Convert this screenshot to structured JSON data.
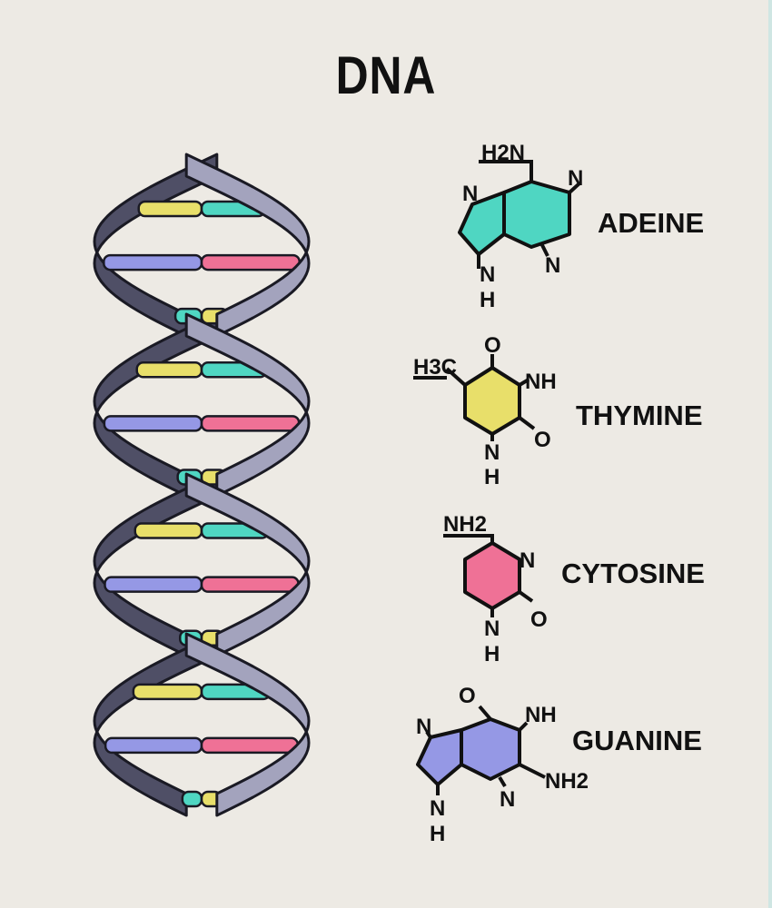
{
  "title": "DNA",
  "colors": {
    "background": "#edeae4",
    "strand_front": "#a3a3bd",
    "strand_back": "#4f4f66",
    "adenine": "#4fd6c2",
    "thymine": "#e8df6a",
    "cytosine": "#ef7196",
    "guanine": "#9598e5",
    "outline": "#1a1a24"
  },
  "bases": [
    {
      "key": "adenine",
      "name": "ADEINE",
      "color": "#4fd6c2",
      "labels": {
        "amine": "H2N",
        "n_left": "N",
        "n_right": "N",
        "n_lower": "N",
        "nh_n": "N",
        "nh_h": "H"
      }
    },
    {
      "key": "thymine",
      "name": "THYMINE",
      "color": "#e8df6a",
      "labels": {
        "methyl": "H3C",
        "o_top": "O",
        "nh_right": "NH",
        "o_right": "O",
        "nh_n": "N",
        "nh_h": "H"
      }
    },
    {
      "key": "cytosine",
      "name": "CYTOSINE",
      "color": "#ef7196",
      "labels": {
        "amine": "NH2",
        "n_right": "N",
        "o_right": "O",
        "nh_n": "N",
        "nh_h": "H"
      }
    },
    {
      "key": "guanine",
      "name": "GUANINE",
      "color": "#9598e5",
      "labels": {
        "o_top": "O",
        "nh_right": "NH",
        "amine": "NH2",
        "n_left": "N",
        "n_lower": "N",
        "nh_n": "N",
        "nh_h": "H"
      }
    }
  ],
  "helix": {
    "rungs": [
      {
        "left": "thymine",
        "right": "adenine"
      },
      {
        "left": "guanine",
        "right": "cytosine"
      },
      {
        "left": "adenine",
        "right": "thymine"
      },
      {
        "left": "thymine",
        "right": "adenine"
      },
      {
        "left": "guanine",
        "right": "cytosine"
      },
      {
        "left": "adenine",
        "right": "thymine"
      },
      {
        "left": "thymine",
        "right": "adenine"
      },
      {
        "left": "guanine",
        "right": "cytosine"
      },
      {
        "left": "adenine",
        "right": "thymine"
      },
      {
        "left": "thymine",
        "right": "adenine"
      },
      {
        "left": "guanine",
        "right": "cytosine"
      },
      {
        "left": "adenine",
        "right": "thymine"
      }
    ]
  }
}
